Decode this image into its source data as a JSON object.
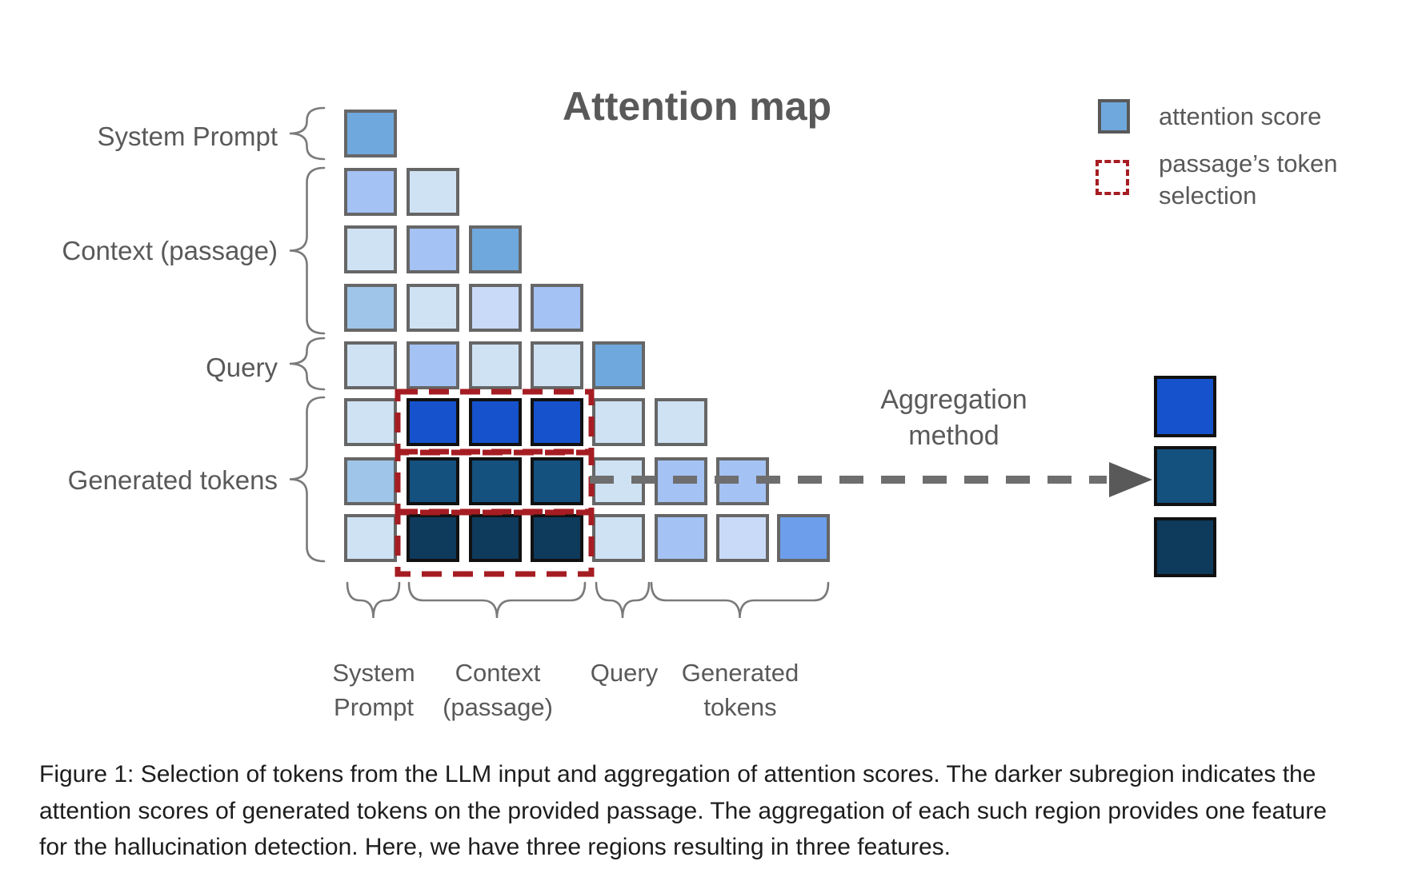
{
  "figure": {
    "title": "Attention map",
    "legend": {
      "attention_score": "attention score",
      "token_selection_lines": [
        "passage’s token",
        "selection"
      ]
    },
    "aggregation_lines": [
      "Aggregation",
      "method"
    ],
    "row_labels": [
      "System Prompt",
      "Context (passage)",
      "Query",
      "Generated tokens"
    ],
    "col_label_lines": [
      [
        "System",
        "Prompt"
      ],
      [
        "Context",
        "(passage)"
      ],
      [
        "Query"
      ],
      [
        "Generated",
        "tokens"
      ]
    ],
    "palette": {
      "L": "#cfe2f3",
      "M": "#a4c2f4",
      "S": "#9fc5e8",
      "P": "#c9daf8",
      "B": "#6fa8dc",
      "V": "#6d9eeb",
      "F1": "#1652cc",
      "F2": "#14517f",
      "F3": "#0e3a5c"
    },
    "selection_color": "#a51d23",
    "matrix_rows": [
      [
        "B"
      ],
      [
        "M",
        "L"
      ],
      [
        "L",
        "M",
        "B"
      ],
      [
        "S",
        "L",
        "P",
        "M"
      ],
      [
        "L",
        "M",
        "L",
        "L",
        "B"
      ],
      [
        "L",
        "F1",
        "F1",
        "F1",
        "L",
        "L"
      ],
      [
        "S",
        "F2",
        "F2",
        "F2",
        "L",
        "M",
        "M"
      ],
      [
        "L",
        "F3",
        "F3",
        "F3",
        "L",
        "M",
        "P",
        "V"
      ]
    ],
    "feature_squares": [
      "F1",
      "F2",
      "F3"
    ]
  },
  "caption": {
    "lines": [
      "Figure 1: Selection of tokens from the LLM input and aggregation of attention scores. The darker subregion indicates the",
      "attention scores of generated tokens on the provided passage. The aggregation of each such region provides one feature",
      "for the hallucination detection. Here, we have three regions resulting in three features."
    ]
  }
}
